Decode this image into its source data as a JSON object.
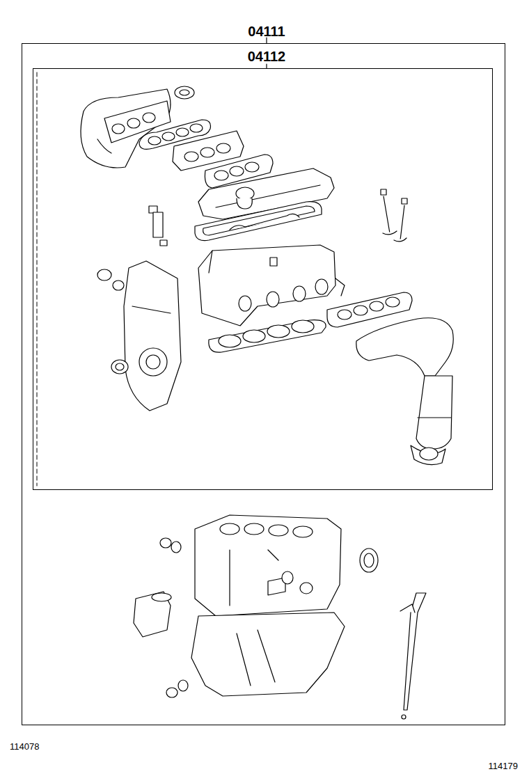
{
  "diagram": {
    "nodes": [
      {
        "text": [
          "04111"
        ]
      },
      {
        "text": [
          "04112"
        ],
        "in": 0
      }
    ],
    "labels": [
      "114078",
      "114179"
    ]
  }
}
